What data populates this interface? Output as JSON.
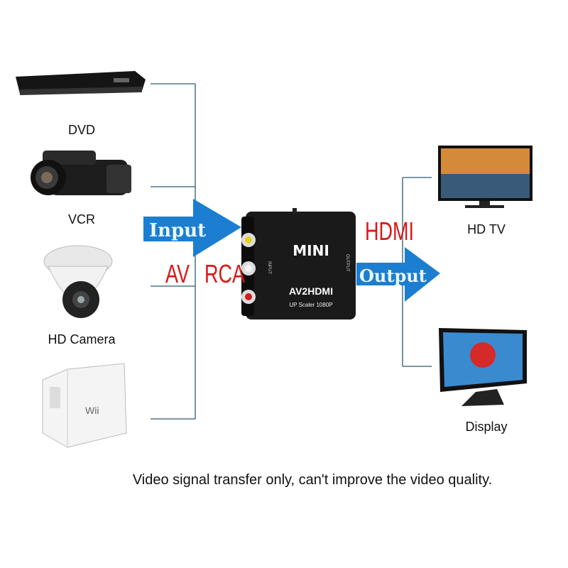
{
  "inputs": [
    {
      "label": "DVD",
      "icon": "dvd-player-icon"
    },
    {
      "label": "VCR",
      "icon": "camcorder-icon"
    },
    {
      "label": "HD Camera",
      "icon": "dome-camera-icon"
    },
    {
      "label": "",
      "icon": "wii-console-icon",
      "logo_text": "Wii"
    }
  ],
  "outputs": [
    {
      "label": "HD TV",
      "icon": "tv-icon"
    },
    {
      "label": "Display",
      "icon": "monitor-icon"
    }
  ],
  "input_arrow": {
    "label": "Input",
    "color": "#1b7ed0"
  },
  "output_arrow": {
    "label": "Output",
    "color": "#1b7ed0"
  },
  "input_type": {
    "av": "AV",
    "rca": "RCA",
    "color": "#d81818"
  },
  "output_type": {
    "label": "HDMI",
    "color": "#d81818"
  },
  "converter": {
    "brand": "MINI",
    "model": "AV2HDMI",
    "subtitle": "UP Scaler 1080P",
    "input_port_label": "INPUT",
    "output_port_label": "OUTPUT"
  },
  "note": "Video signal transfer only, can't improve the video quality."
}
